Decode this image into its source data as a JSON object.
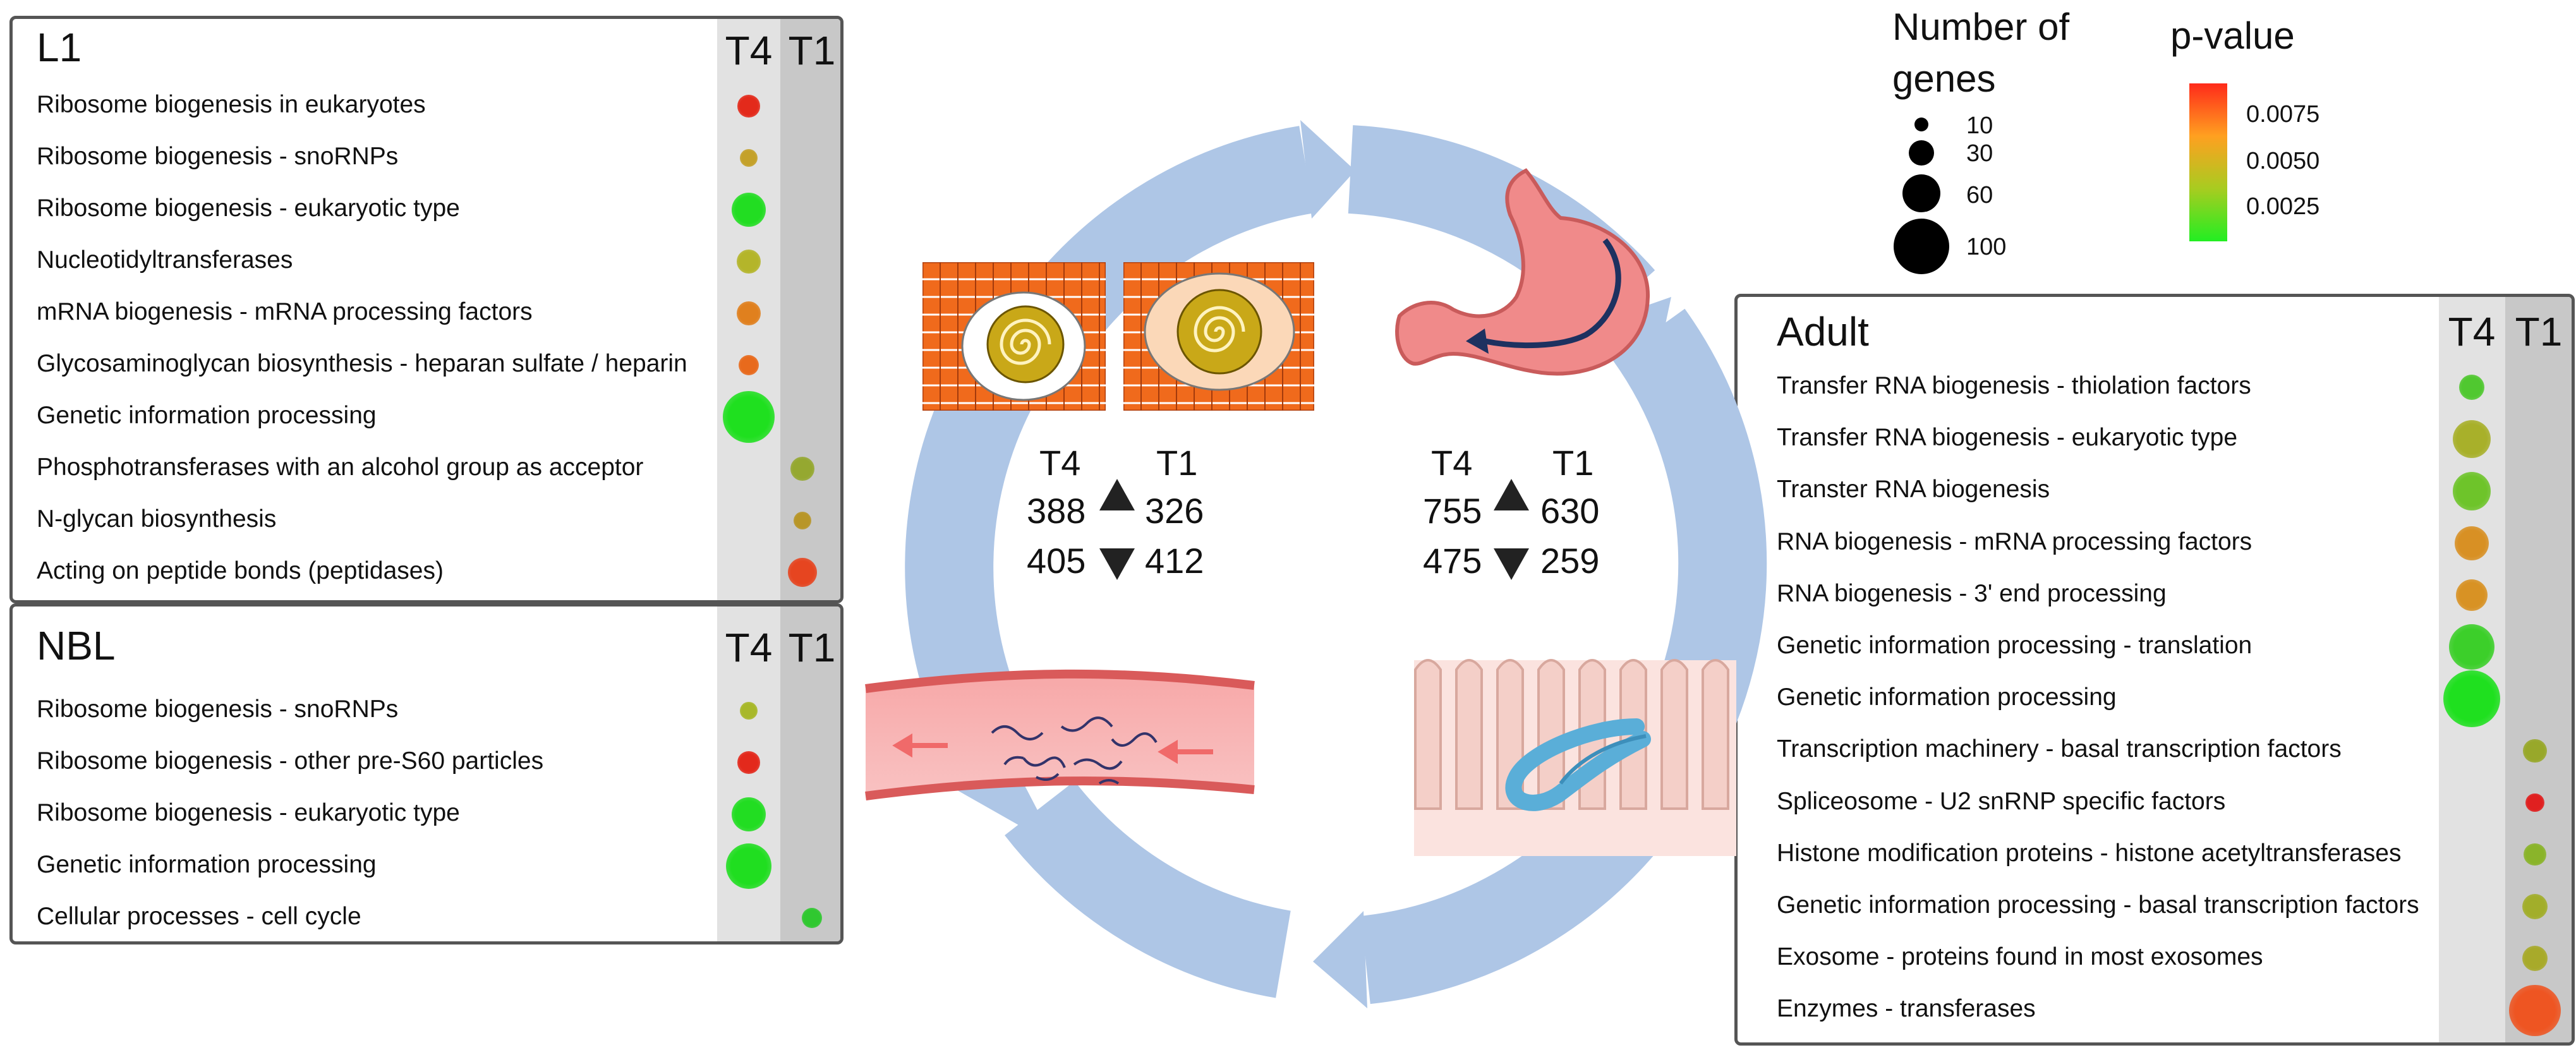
{
  "panels": {
    "l1": {
      "title": "L1",
      "col_t4": "T4",
      "col_t1": "T1",
      "rows": [
        {
          "label": "Ribosome biogenesis in eukaryotes",
          "col": "T4",
          "genes": 10,
          "color": "#e32a1b"
        },
        {
          "label": "Ribosome biogenesis - snoRNPs",
          "col": "T4",
          "genes": 5,
          "color": "#c4a12a"
        },
        {
          "label": "Ribosome biogenesis - eukaryotic type",
          "col": "T4",
          "genes": 30,
          "color": "#22dd22"
        },
        {
          "label": "Nucleotidyltransferases",
          "col": "T4",
          "genes": 12,
          "color": "#b4b52a"
        },
        {
          "label": "mRNA biogenesis - mRNA processing factors",
          "col": "T4",
          "genes": 12,
          "color": "#e0801e"
        },
        {
          "label": "Glycosaminoglycan biosynthesis - heparan sulfate / heparin",
          "col": "T4",
          "genes": 8,
          "color": "#e86a1c"
        },
        {
          "label": "Genetic information processing",
          "col": "T4",
          "genes": 80,
          "color": "#1fe01f"
        },
        {
          "label": "Phosphotransferases with an alcohol group as acceptor",
          "col": "T1",
          "genes": 12,
          "color": "#95a830"
        },
        {
          "label": "N-glycan biosynthesis",
          "col": "T1",
          "genes": 5,
          "color": "#b89628"
        },
        {
          "label": "Acting on peptide bonds (peptidases)",
          "col": "T1",
          "genes": 20,
          "color": "#e64520"
        }
      ]
    },
    "nbl": {
      "title": "NBL",
      "col_t4": "T4",
      "col_t1": "T1",
      "rows": [
        {
          "label": "Ribosome biogenesis - snoRNPs",
          "col": "T4",
          "genes": 5,
          "color": "#a8b82a"
        },
        {
          "label": "Ribosome biogenesis - other pre-S60 particles",
          "col": "T4",
          "genes": 10,
          "color": "#e3291c"
        },
        {
          "label": "Ribosome biogenesis - eukaryotic type",
          "col": "T4",
          "genes": 30,
          "color": "#22dd22"
        },
        {
          "label": "Genetic information processing",
          "col": "T4",
          "genes": 60,
          "color": "#20de20"
        },
        {
          "label": "Cellular processes - cell cycle",
          "col": "T1",
          "genes": 8,
          "color": "#30c830"
        }
      ]
    },
    "adult": {
      "title": "Adult",
      "col_t4": "T4",
      "col_t1": "T1",
      "rows": [
        {
          "label": "Transfer RNA biogenesis - thiolation factors",
          "col": "T4",
          "genes": 14,
          "color": "#50c830"
        },
        {
          "label": "Transfer RNA biogenesis - eukaryotic type",
          "col": "T4",
          "genes": 40,
          "color": "#a8b02a"
        },
        {
          "label": "Transter RNA biogenesis",
          "col": "T4",
          "genes": 40,
          "color": "#6ec42a"
        },
        {
          "label": "RNA biogenesis - mRNA processing factors",
          "col": "T4",
          "genes": 30,
          "color": "#d89024"
        },
        {
          "label": "RNA biogenesis - 3' end processing",
          "col": "T4",
          "genes": 25,
          "color": "#d89224"
        },
        {
          "label": "Genetic information processing - translation",
          "col": "T4",
          "genes": 60,
          "color": "#3ccf2a"
        },
        {
          "label": "Genetic information processing",
          "col": "T4",
          "genes": 100,
          "color": "#1fe01f"
        },
        {
          "label": "Transcription machinery - basal transcription factors",
          "col": "T1",
          "genes": 12,
          "color": "#98a82a"
        },
        {
          "label": "Spliceosome - U2 snRNP specific factors",
          "col": "T1",
          "genes": 6,
          "color": "#e02020"
        },
        {
          "label": "Histone modification proteins - histone acetyltransferases",
          "col": "T1",
          "genes": 10,
          "color": "#8ab42a"
        },
        {
          "label": "Genetic information processing - basal transcription factors",
          "col": "T1",
          "genes": 14,
          "color": "#a2ae2a"
        },
        {
          "label": "Exosome - proteins found in most exosomes",
          "col": "T1",
          "genes": 14,
          "color": "#a8aa2a"
        },
        {
          "label": "Enzymes - transferases",
          "col": "T1",
          "genes": 80,
          "color": "#ee5522"
        }
      ]
    }
  },
  "counts": {
    "muscle": {
      "t4": "T4",
      "t1": "T1",
      "up_t4": "388",
      "up_t1": "326",
      "down_t4": "405",
      "down_t1": "412"
    },
    "adult": {
      "t4": "T4",
      "t1": "T1",
      "up_t4": "755",
      "up_t1": "630",
      "down_t4": "475",
      "down_t1": "259"
    }
  },
  "legend": {
    "size_title": "Number of genes",
    "size_entries": [
      "10",
      "30",
      "60",
      "100"
    ],
    "color_title": "p-value",
    "color_ticks": [
      "0.0075",
      "0.0050",
      "0.0025"
    ],
    "gradient": [
      "#ff2a1a",
      "#ffa020",
      "#a8cc20",
      "#22ee22"
    ]
  },
  "colors": {
    "cycle": "#aec6e6",
    "col_t4": "#e2e2e2",
    "col_t1": "#c8c8c8",
    "muscle": "#f06a1c",
    "larva": "#c9a818",
    "stomach": "#f08a8a",
    "vessel": "#f7a8a8",
    "worm": "#5aaed8"
  }
}
